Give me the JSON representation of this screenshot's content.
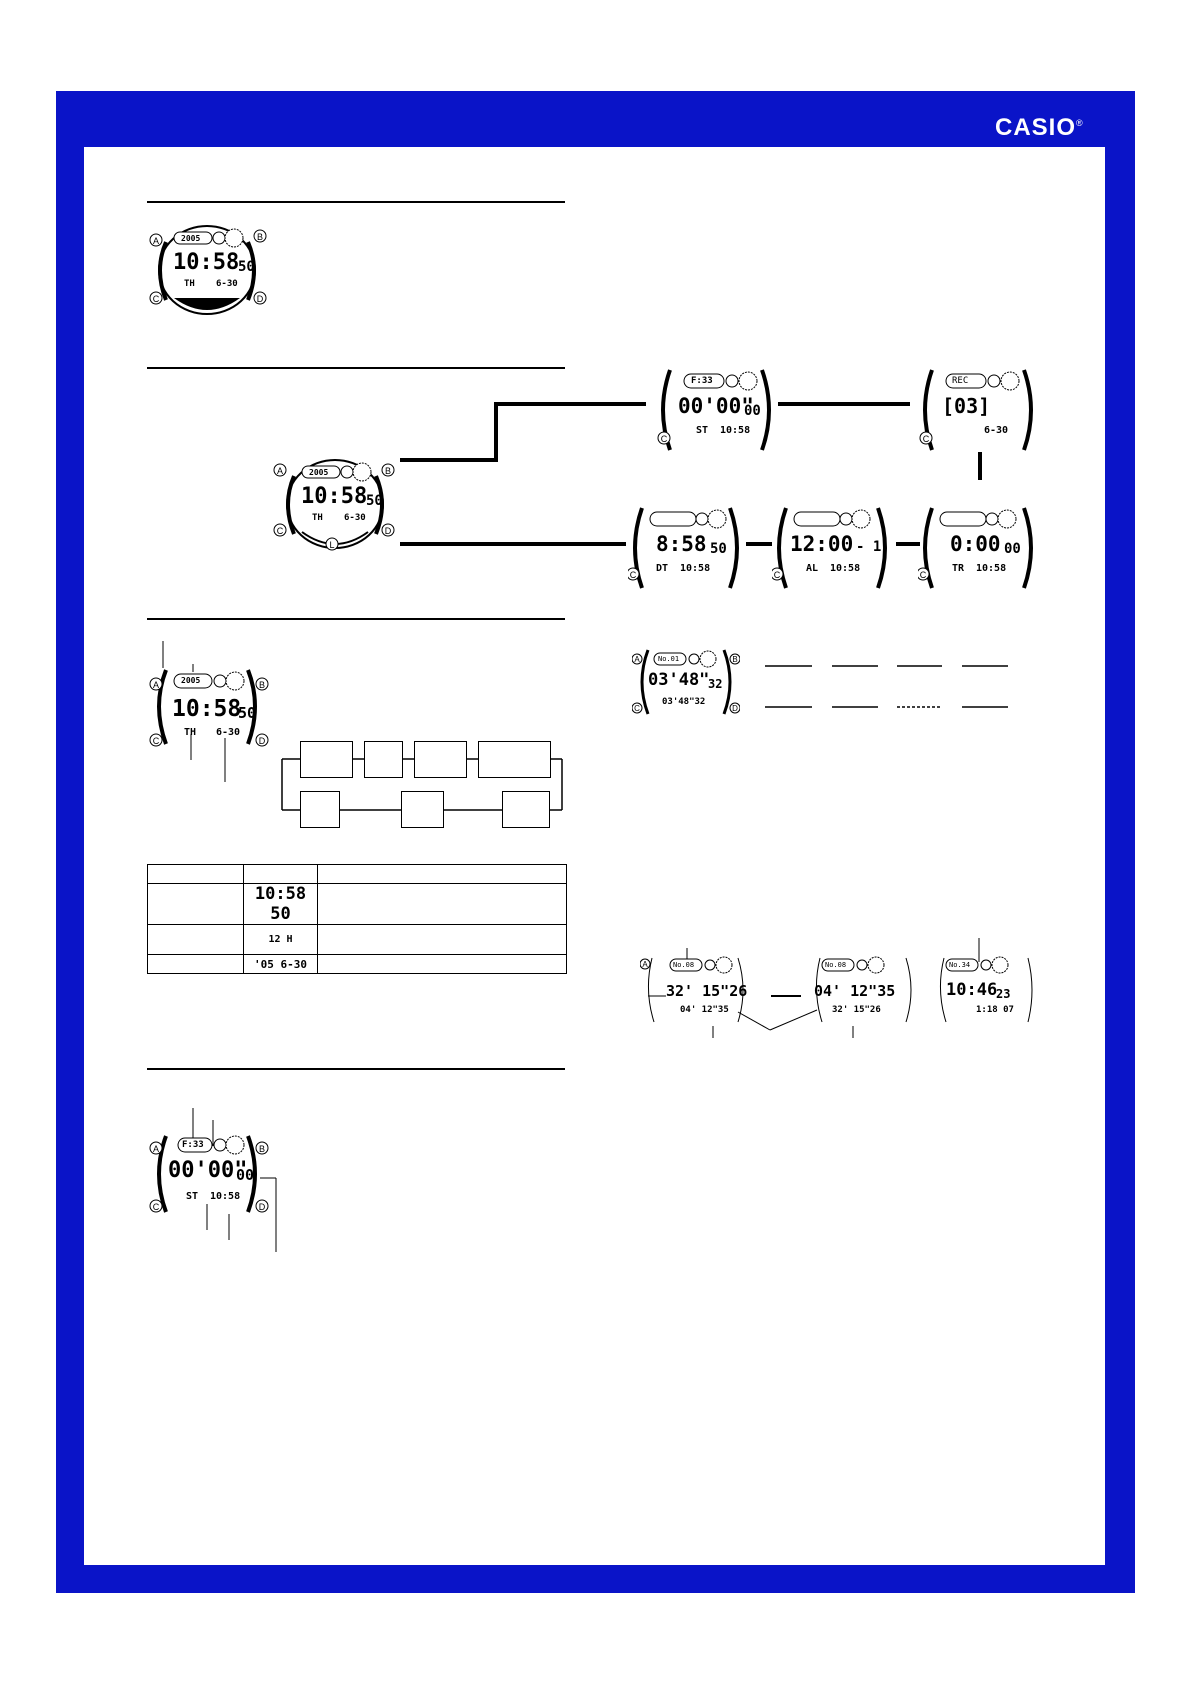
{
  "brand": {
    "logo": "CASIO",
    "reg_mark": "®"
  },
  "watch_main": {
    "year": "2005",
    "time": "10:58",
    "sec": "50",
    "day": "TH",
    "date": "6-30"
  },
  "watch_stopwatch": {
    "file": "F:33",
    "time": "00'00\"",
    "hund": "00",
    "mode": "ST",
    "clock": "10:58"
  },
  "watch_recall": {
    "label": "REC",
    "value": "[03]",
    "date": "6-30"
  },
  "watch_dualtime": {
    "time": "8:58",
    "sec": "50",
    "mode": "DT",
    "clock": "10:58"
  },
  "watch_alarm": {
    "time": "12:00",
    "suffix": "- 1",
    "mode": "AL",
    "clock": "10:58"
  },
  "watch_timer": {
    "time": "0:00",
    "sec": "00",
    "mode": "TR",
    "clock": "10:58"
  },
  "watch_record": {
    "num": "No.01",
    "time": "03'48\"",
    "hund": "32",
    "sub": "03'48\"32"
  },
  "watch_lap1": {
    "num": "No.08",
    "main": "32' 15\"26",
    "sub": "04' 12\"35"
  },
  "watch_lap2": {
    "num": "No.08",
    "main": "04' 12\"35",
    "sub": "32' 15\"26"
  },
  "watch_lap3": {
    "num": "No.34",
    "main": "10:46",
    "hund": "23",
    "sub": "1:18 07"
  },
  "watch_st_detail": {
    "file": "F:33",
    "time": "00'00\"",
    "hund": "00",
    "mode": "ST",
    "clock": "10:58"
  },
  "button_labels": {
    "a": "A",
    "b": "B",
    "c": "C",
    "d": "D",
    "l": "L"
  },
  "table": {
    "rows": [
      {
        "display": ""
      },
      {
        "display": "10:58 50"
      },
      {
        "display": "12 H"
      },
      {
        "display": "'05  6-30"
      }
    ]
  }
}
